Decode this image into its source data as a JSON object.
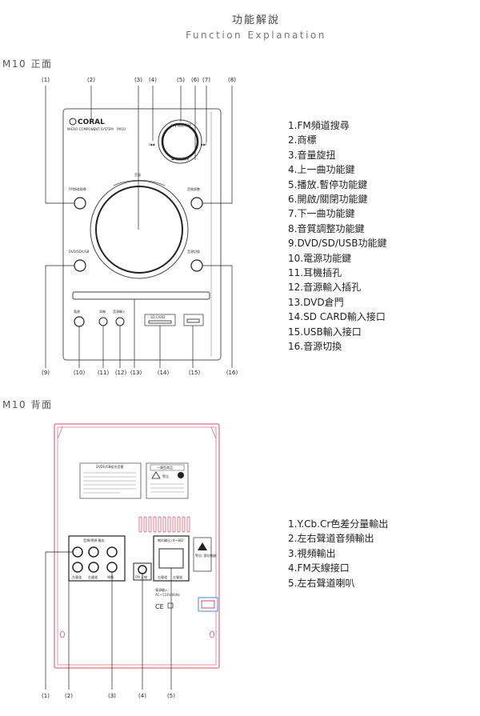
{
  "header": {
    "title_zh": "功能解說",
    "title_en": "Function Explanation"
  },
  "front": {
    "section_label": "M10 正面",
    "callouts_top": [
      "(1)",
      "(2)",
      "(3)",
      "(4)",
      "(5)",
      "(6)",
      "(7)",
      "(8)"
    ],
    "callouts_bottom": [
      "(9)",
      "(10)",
      "(11)",
      "(12)",
      "(13)",
      "(14)",
      "(15)",
      "(16)"
    ],
    "device": {
      "brand": "CORAL",
      "subtitle": "MICRO COMPONENT SYSTEM",
      "model": "PM10",
      "play_label": "▶/‖ 播放/暫停",
      "open_label": "⏏ 開啟/關閉",
      "prev_label": "I◀◀",
      "next_label": "▶▶I",
      "volume_label": "音量",
      "fm_label": "FM頻道搜尋",
      "eq_label": "音質調整",
      "src_label": "DVD/SD/USB",
      "switch_label": "音源切換",
      "power_label": "電源",
      "phones_label": "耳機",
      "aux_label": "音源輸入",
      "sd_label": "SD CARD"
    },
    "functions": [
      "1.FM頻道搜尋",
      "2.商標",
      "3.音量旋扭",
      "4.上一曲功能鍵",
      "5.播放.暫停功能鍵",
      "6.開啟/關閉功能鍵",
      "7.下一曲功能鍵",
      "8.音質調整功能鍵",
      "9.DVD/SD/USB功能鍵",
      "10.電源功能鍵",
      "11.耳機插孔",
      "12.音源輸入插孔",
      "13.DVD倉門",
      "14.SD CARD輸入接口",
      "15.USB輸入接口",
      "16.音源切換"
    ]
  },
  "back": {
    "section_label": "M10 背面",
    "callouts": [
      "(1)",
      "(2)",
      "(3)",
      "(4)",
      "(5)"
    ],
    "device": {
      "sticker_title": "DVD/USB組合音響",
      "sticker_right": "一類型商品",
      "warning": "警告",
      "output_header": "音頻/視頻 輸出",
      "output_l": "左聲道",
      "output_r": "右聲道",
      "output_v": "視頻",
      "fm_ant": "FM 天線",
      "speaker_header": "喇叭輸出 (4～8Ω)",
      "speaker_l": "右聲道",
      "speaker_r": "左聲道",
      "power_input": "電源輸入:",
      "power_spec": "AC~110V/60Hz",
      "ce": "CE",
      "caution": "警告: 請勿開啟"
    },
    "functions": [
      "1.Y.Cb.Cr色差分量輸出",
      "2.左右聲道音頻輸出",
      "3.視頻輸出",
      "4.FM天線接口",
      "5.左右聲道喇叭"
    ]
  },
  "colors": {
    "back_outline": "#d9485f",
    "back_highlight": "#3a8fd6"
  }
}
